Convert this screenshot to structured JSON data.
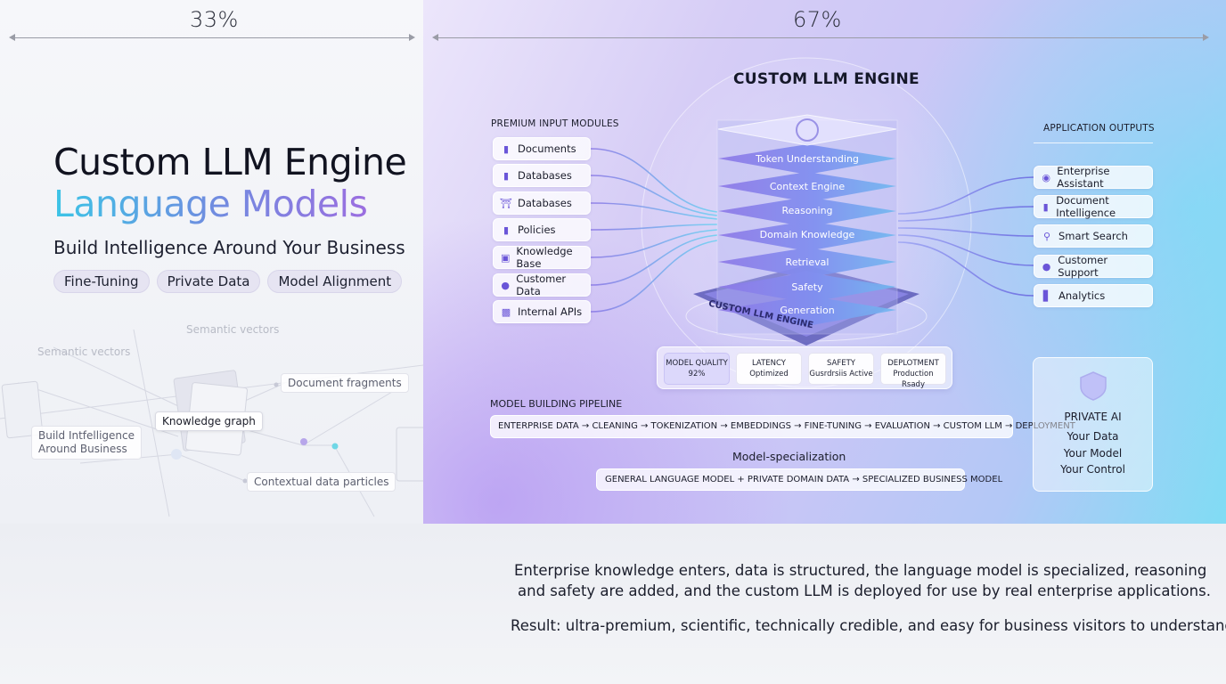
{
  "dimensions": {
    "left_pct": "33%",
    "right_pct": "67%"
  },
  "hero": {
    "title": "Custom LLM Engine",
    "subtitle": "Language Models",
    "tagline": "Build Intelligence Around Your Business",
    "chips": [
      "Fine-Tuning",
      "Private Data",
      "Model Alignment"
    ]
  },
  "sketch": {
    "semantic_vectors_a": "Semantic vectors",
    "semantic_vectors_b": "Semantic vectors",
    "document_fragments": "Document fragments",
    "knowledge_graph": "Knowledge graph",
    "build_line1": "Build Intfelligence",
    "build_line2": "Around Business",
    "contextual": "Contextual data particles"
  },
  "diagram": {
    "title": "CUSTOM LLM ENGINE",
    "inputs_head": "PREMIUM INPUT MODULES",
    "inputs": [
      "Documents",
      "Databases",
      "Databases",
      "Policies",
      "Knowledge Base",
      "Customer Data",
      "Internal APIs"
    ],
    "outputs_head": "APPLICATION OUTPUTS",
    "outputs": [
      "Enterprise Assistant",
      "Document Intelligence",
      "Smart Search",
      "Customer Support",
      "Analytics"
    ],
    "layers": [
      "Token Understanding",
      "Context Engine",
      "Reasoning",
      "Domain Knowledge",
      "Retrieval",
      "Safety",
      "Generation"
    ],
    "base_label": "CUSTOM LLM ENGINE",
    "metrics": [
      {
        "label": "MODEL QUALITY",
        "value": "92%"
      },
      {
        "label": "LATENCY",
        "value": "Optimized"
      },
      {
        "label": "SAFETY",
        "value": "Gusrdrsiis Active"
      },
      {
        "label": "DEPLOTMENT",
        "value": "Production Rsady"
      }
    ],
    "pipeline_head": "MODEL BUILDING PIPELINE",
    "pipeline": "ENTERPRISE DATA → CLEANING → TOKENIZATION → EMBEDDINGS → FINE-TUNING → EVALUATION → CUSTOM LLM → DEPLOYMENT",
    "spec_head": "Model-specialization",
    "spec": "GENERAL LANGUAGE MODEL  +  PRIVATE DOMAIN DATA  →  SPECIALIZED BUSINESS MODEL",
    "private": {
      "title": "PRIVATE AI",
      "lines": [
        "Your Data",
        "Your Model",
        "Your Control"
      ]
    },
    "colors": {
      "accent": "#6a55d8",
      "cyan": "#3cc4e6"
    }
  },
  "outro": {
    "line1": "Enterprise knowledge enters, data is structured, the language model is specialized, reasoning",
    "line2": "and safety are added, and the custom LLM is deployed for use by real enterprise applications.",
    "line3": "Result: ultra-premium, scientific, technically credible, and easy for business visitors to understand."
  }
}
